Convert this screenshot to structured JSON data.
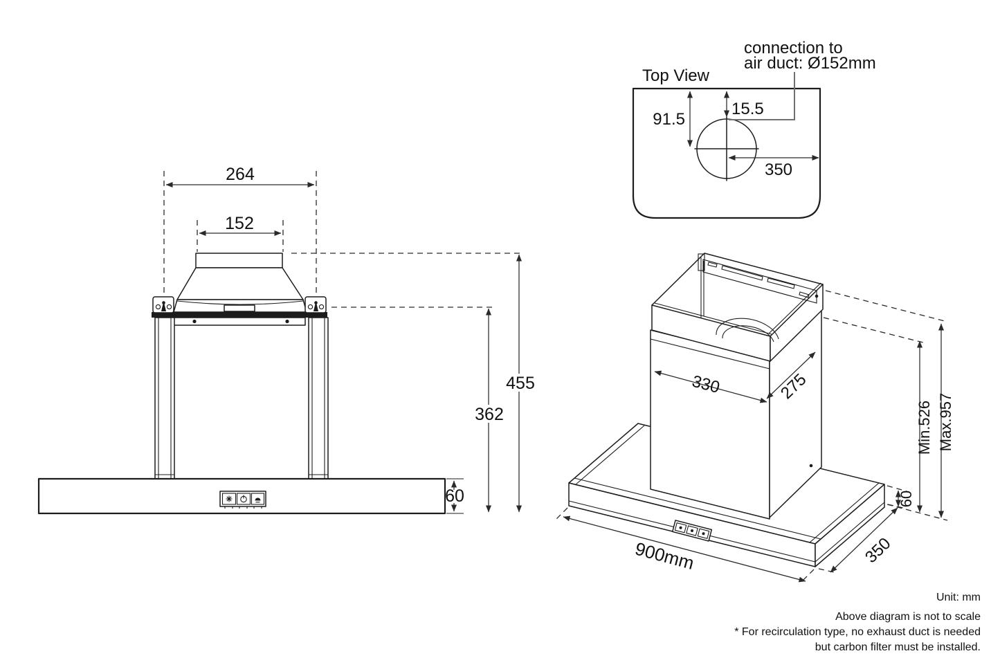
{
  "colors": {
    "line": "#1c1c1c",
    "background": "#ffffff",
    "leader": "#707070"
  },
  "front_view": {
    "dim_top_width": "264",
    "dim_duct_width": "152",
    "dim_total_height": "455",
    "dim_body_height": "362",
    "dim_base_height": "60"
  },
  "top_view": {
    "title": "Top View",
    "duct_note_line1": "connection to",
    "duct_note_line2": "air duct: Ø152mm",
    "dim_center_offset": "91.5",
    "dim_edge_offset": "15.5",
    "dim_side_offset": "350"
  },
  "iso_view": {
    "dim_chimney_width": "330",
    "dim_chimney_depth": "275",
    "dim_hood_width": "900mm",
    "dim_hood_depth": "350",
    "dim_base_height": "60",
    "dim_min_height": "Min.526",
    "dim_max_height": "Max.957"
  },
  "notes": {
    "line1": "Unit: mm",
    "line2": "Above diagram is not to scale",
    "line3": "* For recirculation type, no exhaust duct is needed",
    "line4": "but carbon filter must be installed."
  }
}
